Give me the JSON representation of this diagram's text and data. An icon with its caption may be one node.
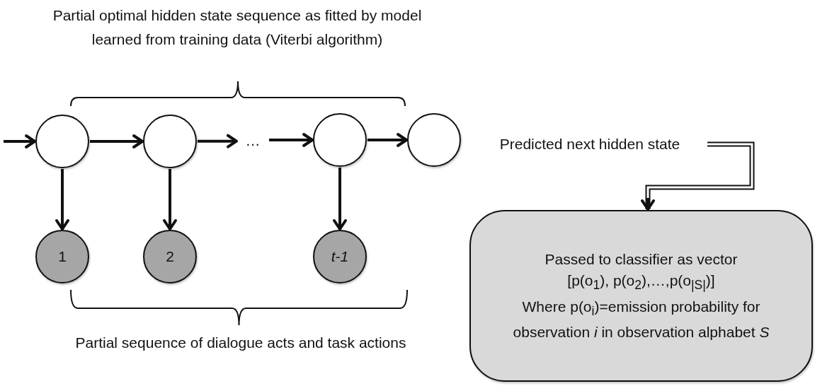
{
  "diagram": {
    "nodes": [
      {
        "text": [],
        "shape": "circle"
      },
      {
        "text": [],
        "shape": "circle"
      },
      {
        "text": [
          "…"
        ]
      },
      {
        "text": [],
        "shape": "circle"
      },
      {
        "text": [],
        "shape": "circle"
      },
      {
        "text": [
          "Predicted next hidden state"
        ]
      },
      {
        "text": [
          "1"
        ]
      },
      {
        "text": [
          "2"
        ]
      },
      {
        "text": [
          "t-1"
        ]
      },
      {
        "text": [
          "Passed to classifier as vector",
          "[p(o$_{1}$), p(o$_{2}$),…,p(o$_{|S|}$)]",
          "Where p(o$_{i}$)=emission probability for observation *i* in observation alphabet *S*"
        ]
      }
    ],
    "edges": [
      {
        "from": null,
        "to": 0,
        "arrow": "to"
      },
      {
        "from": 0,
        "to": 1,
        "arrow": "to"
      },
      {
        "from": 1,
        "to": 2,
        "arrow": "to"
      },
      {
        "from": 2,
        "to": 3,
        "arrow": "to"
      },
      {
        "from": 3,
        "to": 4,
        "arrow": "to"
      },
      {
        "from": 0,
        "to": 6,
        "arrow": "to"
      },
      {
        "from": 1,
        "to": 7,
        "arrow": "to"
      },
      {
        "from": 3,
        "to": 8,
        "arrow": "to"
      },
      {
        "from": 5,
        "to": 9,
        "arrow": "to"
      }
    ],
    "labels": [
      "Partial optimal hidden state sequence as fitted by model learned from training data (Viterbi algorithm)",
      "Partial sequence of dialogue acts and task actions"
    ]
  }
}
